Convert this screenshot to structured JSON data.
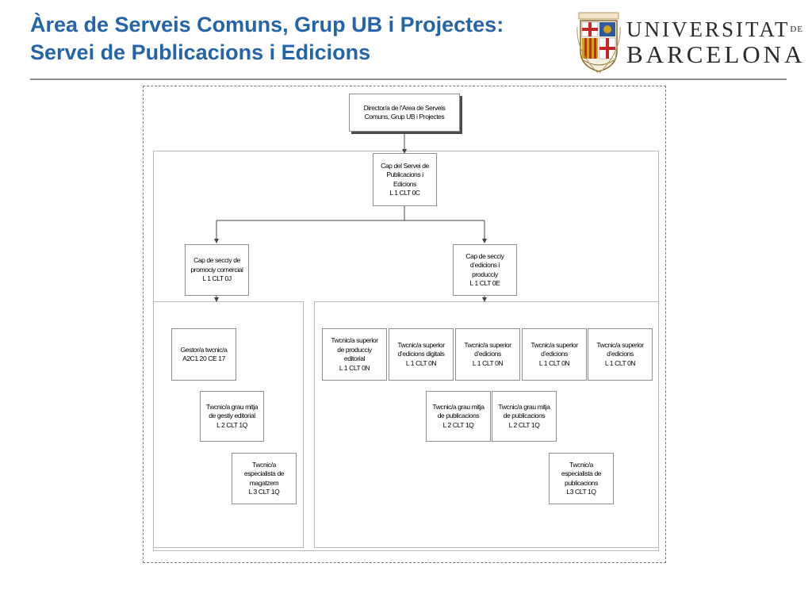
{
  "header": {
    "title_line1": "Àrea de Serveis Comuns, Grup UB i Projectes:",
    "title_line2": "Servei de Publicacions i Edicions",
    "logo_line1": "UNIVERSITAT",
    "logo_de": "DE",
    "logo_line2": "BARCELONA"
  },
  "colors": {
    "title": "#2464a8",
    "rule": "#8a8a8a",
    "crest_red": "#c62828",
    "crest_gold": "#d4a017"
  },
  "org": {
    "director": [
      "Director/a de l’Area de Serveis",
      "Comuns, Grup UB  i Projectes"
    ],
    "cap_servei": [
      "Cap del Servei de",
      "Publicacions i",
      "Edicions",
      "L 1 CLT 0C"
    ],
    "cap_promocio": [
      "Cap de secciy de",
      "promociy comercial",
      "L 1 CLT 0J"
    ],
    "cap_edicions": [
      "Cap de secciy",
      "d’edicions i",
      "producciy",
      "L 1 CLT 0E"
    ],
    "gestor": [
      "Gestor/a twcnic/a",
      "A2C1 20 CE 17"
    ],
    "tecnic_gestio": [
      "Twcnic/a grau mitja",
      "de gestiy editorial",
      "L 2 CLT 1Q"
    ],
    "tecnic_magatzem": [
      "Twcnic/a",
      "especialista de",
      "magatzem",
      "L 3 CLT 1Q"
    ],
    "tecnic_produccio": [
      "Twcnic/a superior",
      "de producciy",
      "editorial",
      "L 1 CLT 0N"
    ],
    "tecnic_digitals": [
      "Twcnic/a superior",
      "d’edicions digitals",
      "L 1 CLT 0N"
    ],
    "tecnic_edicions_1": [
      "Twcnic/a superior",
      "d’edicions",
      "L 1 CLT 0N"
    ],
    "tecnic_edicions_2": [
      "Twcnic/a superior",
      "d’edicions",
      "L 1 CLT 0N"
    ],
    "tecnic_edicions_3": [
      "Twcnic/a superior",
      "d’edicions",
      "L 1 CLT 0N"
    ],
    "tecnic_publicacions_1": [
      "Twcnic/a grau mitja",
      "de publicacions",
      "L 2 CLT 1Q"
    ],
    "tecnic_publicacions_2": [
      "Twcnic/a grau mitja",
      "de publicacions",
      "L 2 CLT  1Q"
    ],
    "especialista_publicacions": [
      "Twcnic/a",
      "especialista de",
      "publicacions",
      "L3 CLT 1Q"
    ]
  }
}
